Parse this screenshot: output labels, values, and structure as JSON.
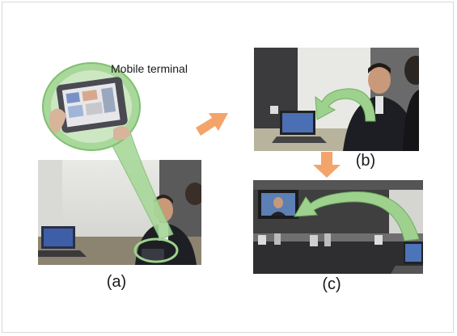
{
  "figure": {
    "callout_label": "Mobile terminal",
    "panel_a_label": "(a)",
    "panel_b_label": "(b)",
    "panel_c_label": "(c)"
  },
  "colors": {
    "callout_green": "#a8d89a",
    "callout_stroke": "#7fbf70",
    "arrow_orange": "#f4a46a",
    "curved_arrow_green": "#9ed18e"
  },
  "icons": {
    "callout": "magnified-mobile-terminal",
    "transfer_arrow_ab": "orange-right-arrow",
    "transfer_arrow_bc": "orange-down-arrow",
    "curved_arrow_b": "green-curved-arrow",
    "curved_arrow_c": "green-curved-arrow"
  }
}
